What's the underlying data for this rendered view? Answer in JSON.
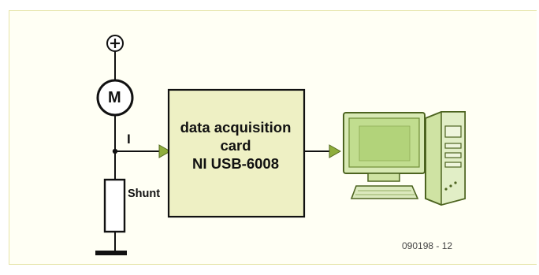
{
  "diagram": {
    "supply_symbol": "+",
    "motor_label": "M",
    "current_label": "I",
    "shunt_label": "Shunt",
    "block": {
      "line1": "data acquisition",
      "line2": "card",
      "line3": "NI USB-6008"
    },
    "figure_id": "090198 - 12"
  },
  "colors": {
    "panel_bg": "#fffff4",
    "block_fill": "#eef0c4",
    "arrow_fill": "#8fae3c",
    "computer_green": "#b9d88a",
    "line": "#111111"
  }
}
